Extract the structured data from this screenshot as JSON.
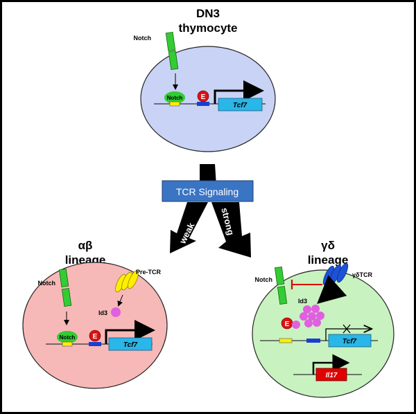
{
  "top": {
    "title_line1": "DN3",
    "title_line2": "thymocyte",
    "notch_receptor_label": "Notch",
    "notch_nuclear_label": "Notch",
    "enhancer_label": "E",
    "gene_label": "Tcf7"
  },
  "signaling": {
    "box_label": "TCR Signaling",
    "weak_label": "weak",
    "strong_label": "strong"
  },
  "ab_lineage": {
    "title_line1": "αβ",
    "title_line2": "lineage",
    "notch_receptor_label": "Notch",
    "pretcr_label": "Pre-TCR",
    "id3_label": "Id3",
    "notch_nuclear_label": "Notch",
    "enhancer_label": "E",
    "gene_label": "Tcf7"
  },
  "gd_lineage": {
    "title_line1": "γδ",
    "title_line2": "lineage",
    "notch_receptor_label": "Notch",
    "tcr_label": "γδTCR",
    "id3_label": "Id3",
    "enhancer_label": "E",
    "gene1_label": "Tcf7",
    "gene2_label": "Il17"
  },
  "colors": {
    "top_cell": "#c8d3f5",
    "ab_cell": "#f7b8b8",
    "gd_cell": "#c8f2c0",
    "notch": "#33cc33",
    "enhancer": "#dd1111",
    "gene_box": "#29b6e8",
    "il17_box": "#e00000",
    "signal_box": "#3a75c4",
    "id3": "#e060e0",
    "pretcr": "#ffee00",
    "gdtcr": "#1c52d6",
    "inhibit": "#e00000"
  }
}
